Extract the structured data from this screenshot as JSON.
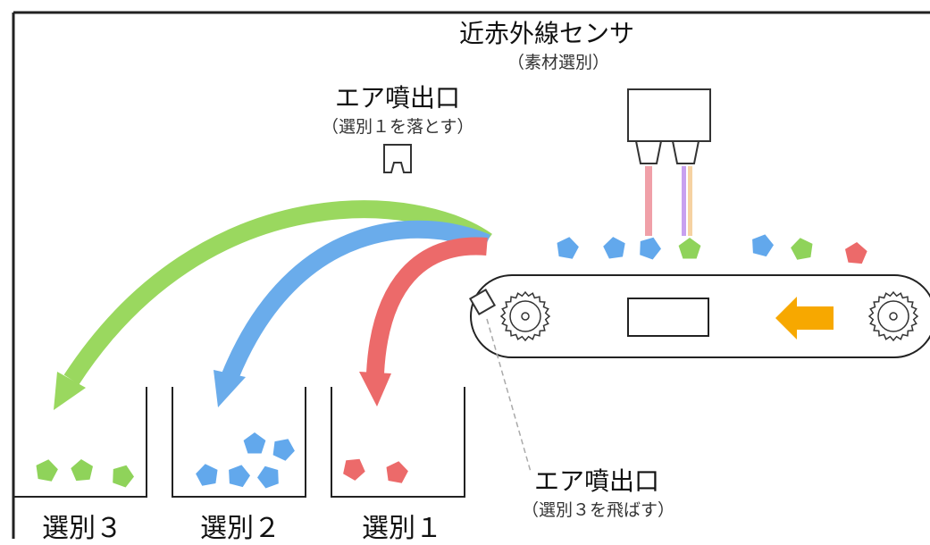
{
  "labels": {
    "sensor_title": "近赤外線センサ",
    "sensor_sub": "（素材選別）",
    "air_top_title": "エア噴出口",
    "air_top_sub": "（選別１を落とす）",
    "air_bottom_title": "エア噴出口",
    "air_bottom_sub": "（選別３を飛ばす）",
    "bin_1": "選別１",
    "bin_2": "選別２",
    "bin_3": "選別３"
  },
  "colors": {
    "green": "#8fd35a",
    "blue": "#62a8ec",
    "red": "#ec6a6a",
    "orange": "#f7a800",
    "outline": "#222222"
  },
  "icons": {
    "conveyor_direction": "orange-left-arrow",
    "sensor": "sensor-box",
    "nozzle_top": "air-nozzle",
    "nozzle_bottom": "air-nozzle",
    "gears": "gear"
  }
}
